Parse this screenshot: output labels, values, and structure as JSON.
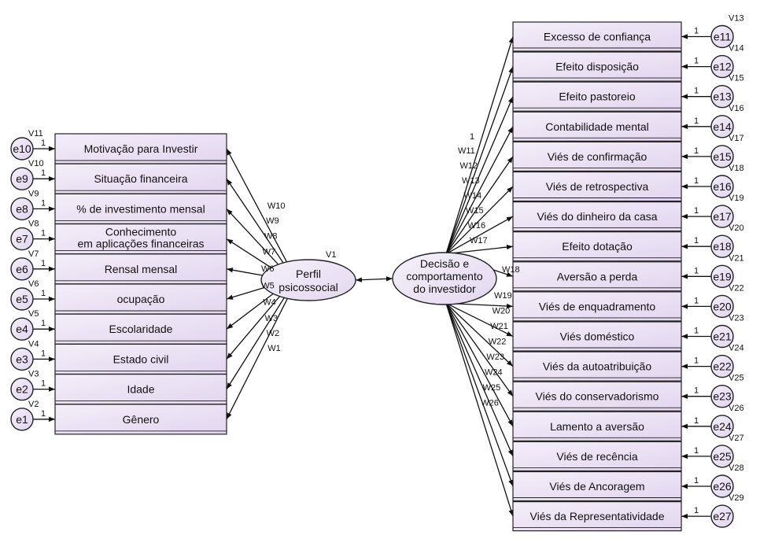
{
  "left_latent": {
    "name": "left-latent",
    "label_lines": [
      "Perfil",
      "psicossocial"
    ],
    "var": "V1"
  },
  "right_latent": {
    "name": "right-latent",
    "label_lines": [
      "Decisão e",
      "comportamento",
      "do investidor"
    ]
  },
  "left_items": [
    {
      "label": [
        "Motivação para Investir"
      ],
      "error": "e10",
      "var": "V11",
      "one": "1",
      "w": "W10"
    },
    {
      "label": [
        "Situação financeira"
      ],
      "error": "e9",
      "var": "V10",
      "one": "1",
      "w": "W9"
    },
    {
      "label": [
        "% de investimento mensal"
      ],
      "error": "e8",
      "var": "V9",
      "one": "1",
      "w": "W8"
    },
    {
      "label": [
        "Conhecimento",
        "em aplicações financeiras"
      ],
      "error": "e7",
      "var": "V8",
      "one": "1",
      "w": "W7"
    },
    {
      "label": [
        "Rensal mensal"
      ],
      "error": "e6",
      "var": "V7",
      "one": "1",
      "w": "W6"
    },
    {
      "label": [
        "ocupação"
      ],
      "error": "e5",
      "var": "V6",
      "one": "1",
      "w": "W5"
    },
    {
      "label": [
        "Escolaridade"
      ],
      "error": "e4",
      "var": "V5",
      "one": "1",
      "w": "W4"
    },
    {
      "label": [
        "Estado civil"
      ],
      "error": "e3",
      "var": "V4",
      "one": "1",
      "w": "W3"
    },
    {
      "label": [
        "Idade"
      ],
      "error": "e2",
      "var": "V3",
      "one": "1",
      "w": "W2"
    },
    {
      "label": [
        "Gênero"
      ],
      "error": "e1",
      "var": "V2",
      "one": "1",
      "w": "W1"
    }
  ],
  "right_items": [
    {
      "label": "Excesso de confiança",
      "error": "e11",
      "var": "V13",
      "one": "1",
      "w": "1"
    },
    {
      "label": "Efeito disposição",
      "error": "e12",
      "var": "V14",
      "one": "1",
      "w": "W11"
    },
    {
      "label": "Efeito pastoreio",
      "error": "e13",
      "var": "V15",
      "one": "1",
      "w": "W12"
    },
    {
      "label": "Contabilidade mental",
      "error": "e14",
      "var": "V16",
      "one": "1",
      "w": "W13"
    },
    {
      "label": "Viés de confirmação",
      "error": "e15",
      "var": "V17",
      "one": "1",
      "w": "W14"
    },
    {
      "label": "Viés de retrospectiva",
      "error": "e16",
      "var": "V18",
      "one": "1",
      "w": "W15"
    },
    {
      "label": "Viés do dinheiro da casa",
      "error": "e17",
      "var": "V19",
      "one": "1",
      "w": "W16"
    },
    {
      "label": "Efeito dotação",
      "error": "e18",
      "var": "V20",
      "one": "1",
      "w": "W17"
    },
    {
      "label": "Aversão a perda",
      "error": "e19",
      "var": "V21",
      "one": "1",
      "w": "W18"
    },
    {
      "label": "Viés de enquadramento",
      "error": "e20",
      "var": "V22",
      "one": "1",
      "w": "W19"
    },
    {
      "label": "Viés doméstico",
      "error": "e21",
      "var": "V23",
      "one": "1",
      "w": "W20"
    },
    {
      "label": "Viés da autoatribuição",
      "error": "e22",
      "var": "V24",
      "one": "1",
      "w": "W21"
    },
    {
      "label": "Viés do conservadorismo",
      "error": "e23",
      "var": "V25",
      "one": "1",
      "w": "W22"
    },
    {
      "label": "Lamento a aversão",
      "error": "e24",
      "var": "V26",
      "one": "1",
      "w": "W23"
    },
    {
      "label": "Viés de recência",
      "error": "e25",
      "var": "V27",
      "one": "1",
      "w": "W24"
    },
    {
      "label": "Viés de Ancoragem",
      "error": "e26",
      "var": "V28",
      "one": "1",
      "w": "W25"
    },
    {
      "label": "Viés da Representatividade",
      "error": "e27",
      "var": "V29",
      "one": "1",
      "w": "W26"
    }
  ],
  "colors": {
    "box_fill_top": "#f2ecf8",
    "box_fill_bottom": "#e3d7f0",
    "stroke": "#222222"
  }
}
